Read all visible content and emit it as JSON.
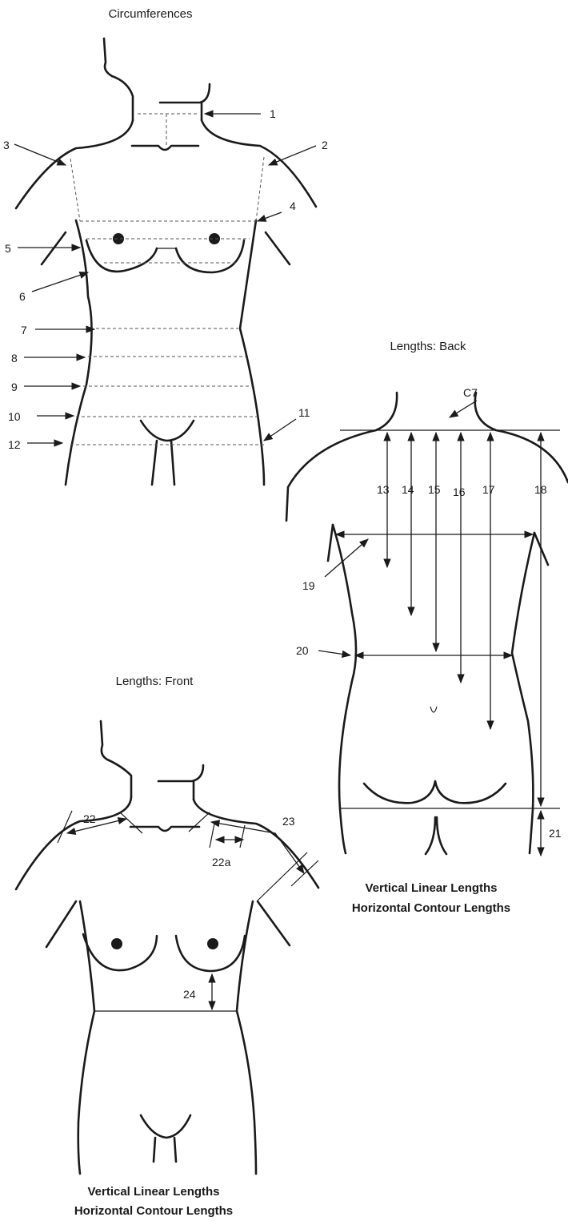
{
  "titles": {
    "circumferences": "Circumferences",
    "back": "Lengths: Back",
    "front": "Lengths: Front"
  },
  "captions": {
    "back_line1": "Vertical Linear Lengths",
    "back_line2": "Horizontal Contour Lengths",
    "front_line1": "Vertical Linear Lengths",
    "front_line2": "Horizontal Contour Lengths"
  },
  "labels": {
    "n1": "1",
    "n2": "2",
    "n3": "3",
    "n4": "4",
    "n5": "5",
    "n6": "6",
    "n7": "7",
    "n8": "8",
    "n9": "9",
    "n10": "10",
    "n11": "11",
    "n12": "12",
    "c7": "C7",
    "n13": "13",
    "n14": "14",
    "n15": "15",
    "n16": "16",
    "n17": "17",
    "n18": "18",
    "n19": "19",
    "n20": "20",
    "n21": "21",
    "n22": "22",
    "n22a": "22a",
    "n23": "23",
    "n24": "24"
  }
}
